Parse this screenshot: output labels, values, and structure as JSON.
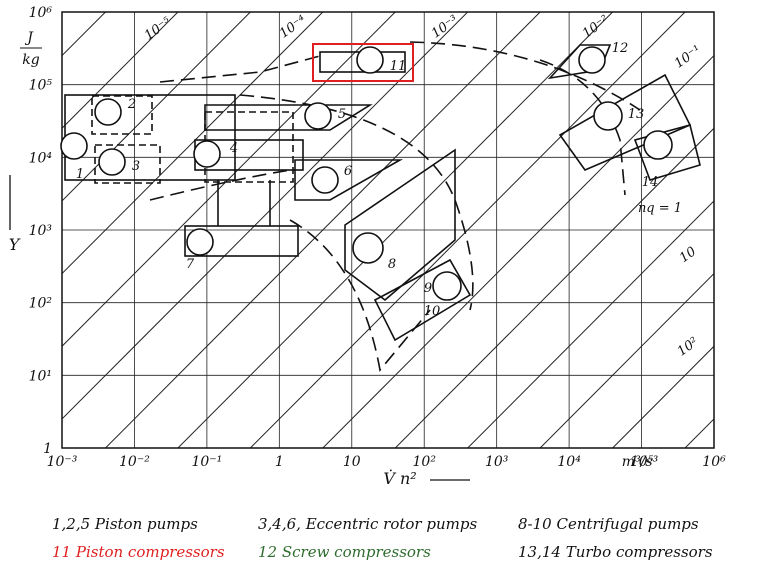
{
  "diagram": {
    "y_unit": {
      "num": "J",
      "den": "kg"
    },
    "y_axis_label": "Y",
    "x_axis_label": "V̇ n²",
    "x_unit": "m³/s³",
    "y_ticks": [
      "1",
      "10¹",
      "10²",
      "10³",
      "10⁴",
      "10⁵",
      "10⁶"
    ],
    "x_ticks": [
      "10⁻³",
      "10⁻²",
      "10⁻¹",
      "1",
      "10",
      "10²",
      "10³",
      "10⁴",
      "10⁵",
      "10⁶"
    ],
    "diagonal_labels": [
      "10⁻⁵",
      "10⁻⁴",
      "10⁻³",
      "10⁻²",
      "10⁻¹",
      "nq = 1",
      "10",
      "10²"
    ],
    "region_numbers": [
      "1",
      "2",
      "3",
      "4",
      "5",
      "6",
      "7",
      "8",
      "9",
      "10",
      "11",
      "12",
      "13",
      "14"
    ],
    "highlight_color": "#e02020"
  },
  "legend": {
    "row1": {
      "piston_pumps": "1,2,5 Piston pumps",
      "eccentric": "3,4,6, Eccentric rotor pumps",
      "centrifugal": "8-10 Centrifugal pumps"
    },
    "row2": {
      "piston_comp": "11 Piston compressors",
      "screw_comp": "12 Screw compressors",
      "turbo_comp": "13,14 Turbo compressors"
    },
    "colors": {
      "piston_comp": "#e02020",
      "screw_comp": "#2e6b2e",
      "default": "#111111"
    }
  }
}
